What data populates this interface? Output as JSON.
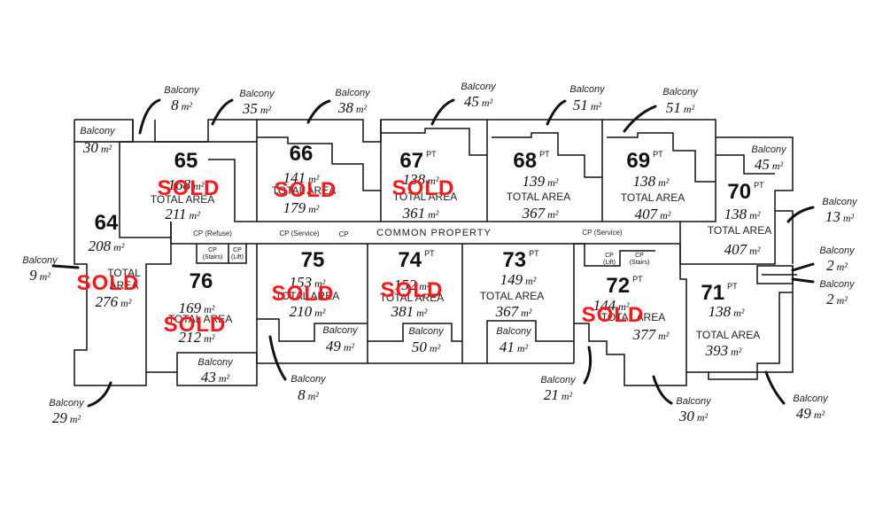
{
  "units": {
    "u64": {
      "number": "64",
      "internal": "208",
      "total_label_1": "TOTAL",
      "total_label_2": "AREA",
      "total": "276",
      "status": "SOLD"
    },
    "u65": {
      "number": "65",
      "internal": "168",
      "total_label": "TOTAL AREA",
      "total": "211",
      "status": "SOLD"
    },
    "u66": {
      "number": "66",
      "internal": "141",
      "total_label": "TOTAL AREA",
      "total": "179",
      "status": "SOLD"
    },
    "u67": {
      "number": "67",
      "tag": "PT",
      "internal": "138",
      "total_label": "TOTAL AREA",
      "total": "361",
      "status": "SOLD"
    },
    "u68": {
      "number": "68",
      "tag": "PT",
      "internal": "139",
      "total_label": "TOTAL AREA",
      "total": "367"
    },
    "u69": {
      "number": "69",
      "tag": "PT",
      "internal": "138",
      "total_label": "TOTAL AREA",
      "total": "407"
    },
    "u70": {
      "number": "70",
      "tag": "PT",
      "internal": "138",
      "total_label": "TOTAL AREA",
      "total": "407"
    },
    "u71": {
      "number": "71",
      "tag": "PT",
      "internal": "138",
      "total_label": "TOTAL AREA",
      "total": "393"
    },
    "u72": {
      "number": "72",
      "tag": "PT",
      "internal": "144",
      "total_label": "TOTAL AREA",
      "total": "377",
      "status": "SOLD"
    },
    "u73": {
      "number": "73",
      "tag": "PT",
      "internal": "149",
      "total_label": "TOTAL AREA",
      "total": "367"
    },
    "u74": {
      "number": "74",
      "tag": "PT",
      "internal": "152",
      "total_label": "TOTAL AREA",
      "total": "381",
      "status": "SOLD"
    },
    "u75": {
      "number": "75",
      "internal": "153",
      "total_label": "TOTAL AREA",
      "total": "210",
      "status": "SOLD"
    },
    "u76": {
      "number": "76",
      "internal": "169",
      "total_label": "TOTAL AREA",
      "total": "212",
      "status": "SOLD"
    }
  },
  "unit_label": "m²",
  "balcony_label": "Balcony",
  "balconies": {
    "b8top": "8",
    "b35": "35",
    "b38": "38",
    "b45top": "45",
    "b51a": "51",
    "b51b": "51",
    "b30left": "30",
    "b45right": "45",
    "b13": "13",
    "b2a": "2",
    "b2b": "2",
    "b9": "9",
    "b29": "29",
    "b43": "43",
    "b8bottom": "8",
    "b49a": "49",
    "b50": "50",
    "b41": "41",
    "b21": "21",
    "b30bottom": "30",
    "b49b": "49"
  },
  "common": {
    "label": "COMMON   PROPERTY",
    "cp_refuse": "CP (Refuse)",
    "cp_service_left": "CP (Service)",
    "cp_small": "CP",
    "cp_service_right": "CP (Service)",
    "cp_stairs": "CP",
    "cp_stairs_sub": "(Stairs)",
    "cp_lift": "CP",
    "cp_lift_sub": "(Lift)"
  },
  "colors": {
    "sold": "#ff1616",
    "walls": "#111111"
  }
}
